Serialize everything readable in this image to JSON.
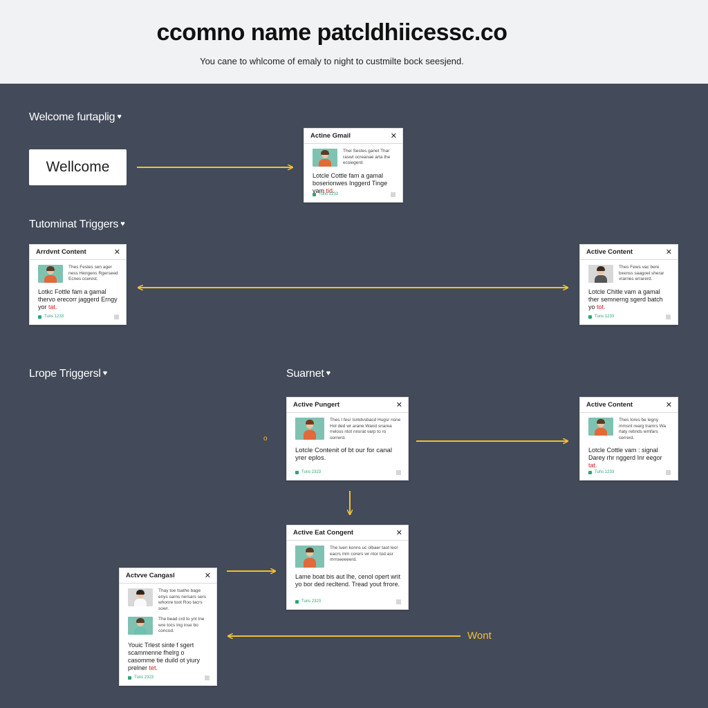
{
  "header": {
    "title": "ccomno name patcldhiicessc.co",
    "subtitle": "You cane to whlcome of emaly to night to custmilte bock seesjend."
  },
  "sections": {
    "welcome": "Welcome furtaplig",
    "tutominat": "Tutominat Triggers",
    "lrope": "Lrope Triggersl",
    "suarnet": "Suarnet"
  },
  "heart_glyph": "♥",
  "welcome_box": "Wellcome",
  "cards": {
    "c1": {
      "title": "Actine Gmail",
      "snippet": "Thei Sestes ganet Thar raswt ocreanae arta the ecsiegerd.",
      "body": "Lotcle Cottle fam a gamal boserionwes Inggerd",
      "body_tail": "Tinge yam",
      "red": "tid.",
      "foot": "Tuns 1233"
    },
    "c2": {
      "title": "Arrdvnt Content",
      "snippet": "Thes Festes sen ager ness Hengens Rgerseed Ecnes ccerest.",
      "body": "Lotkc Fottle fam a gamal thervo erecorr jaggerd",
      "body_tail": "Erngy yor",
      "red": "tat.",
      "foot": "Tuns 1233"
    },
    "c3": {
      "title": "Active Content",
      "snippet": "Thes Fews vac bere bxenss saagoel sherar vrarnes errarerd.",
      "body": "Lotcle Chitle vam a gamal ther semnerng sgerd",
      "body_tail": "batch yo",
      "red": "tot.",
      "foot": "Tuns 1233"
    },
    "c4": {
      "title": "Active Pungert",
      "snippet": "Thes I fesr Isntdvsbacd Hugsr nsne Hol ded wr arane Wand snarea rreloss ntot nnsrat varp to ro oorrerd.",
      "body": "Lotcle Contenit of bt our for canal yrer eplos.",
      "body_tail": "",
      "red": "",
      "foot": "Tuns 2323"
    },
    "c5": {
      "title": "Active Content",
      "snippet": "Thes Iores be legny mmsnt rearg tramrs Wa rlaty rebnds wmfars cerrerd.",
      "body": "Lotcle Cottle vam : signal Darey rhr nggerd",
      "body_tail": "Inr eegor",
      "red": "tat.",
      "foot": "Tuns 1233"
    },
    "c6": {
      "title": "Active Eat Congent",
      "snippet": "The Iuen konns uc olbaer taot leol eacrs mm corers wr ntor tod asr mrroeeeeerd.",
      "body": "Lame boat bis aut lhe, cenol opert writ yo bor ded recltend. Tread yout frrore.",
      "body_tail": "",
      "red": "",
      "foot": "Tuns 2323"
    },
    "c7": {
      "title": "Actvve Cangasl",
      "snippet": "Thay toe tsathe bage enys sarns nersars sers whonre toot Roo tacrs sowr.",
      "snippet2": "The bead crd to ynl Ine wre tocs Ing inse bo concod.",
      "body": "Youic Trlest sinte f sgert scammenne fhelrg o casomme tie duild ot yiury prelner",
      "red": "tet.",
      "foot": "Tuns 2323"
    }
  },
  "notes": {
    "wont": "Wont",
    "o_marker": "o"
  },
  "colors": {
    "background": "#434a59",
    "header": "#f0f2f4",
    "arrow": "#f2c12e",
    "accent_green": "#2aa672"
  }
}
